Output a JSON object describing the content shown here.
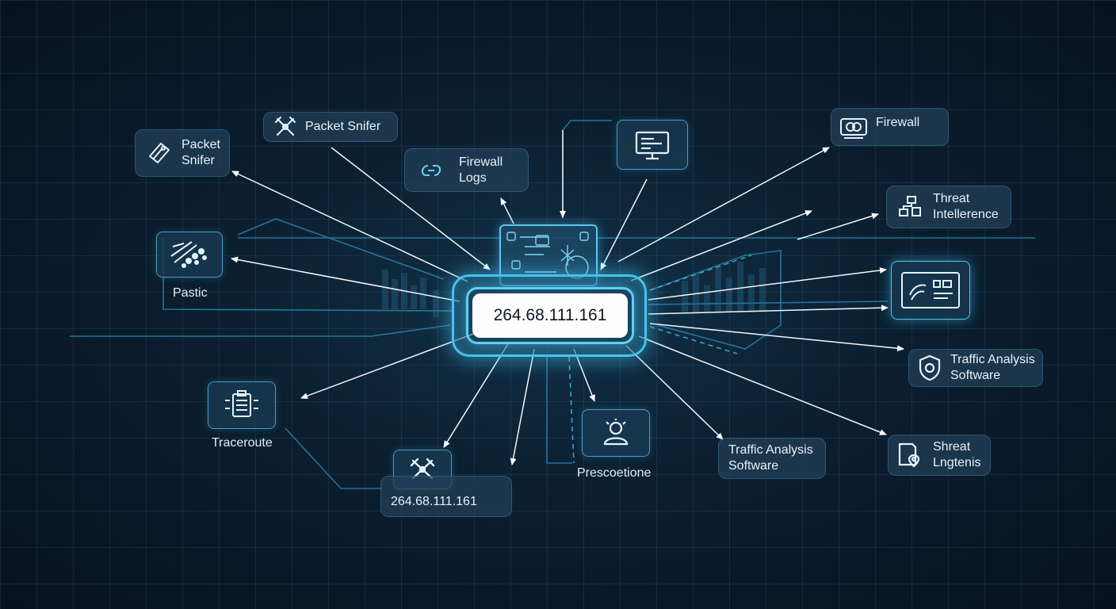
{
  "center_ip": "264.68.111.161",
  "nodes": {
    "packet_sniffer_left": {
      "label_line1": "Packet",
      "label_line2": "Snifer",
      "icon": "tag-icon"
    },
    "packet_sniffer_top": {
      "label": "Packet Snifer",
      "icon": "crossed-tools-icon"
    },
    "firewall_logs": {
      "label_line1": "Firewall",
      "label_line2": "Logs",
      "icon": "link-icon"
    },
    "monitor": {
      "icon": "monitor-icon"
    },
    "firewall": {
      "label": "Firewall",
      "icon": "firewall-device-icon"
    },
    "threat_intelligence": {
      "label_line1": "Threat",
      "label_line2": "Intellerence",
      "icon": "network-blocks-icon"
    },
    "dashboard": {
      "icon": "dashboard-icon"
    },
    "traffic_analysis_right": {
      "label_line1": "Traffic Analysis",
      "label_line2": "Software",
      "icon": "shield-icon"
    },
    "shreat_lngtenis": {
      "label_line1": "Shreat",
      "label_line2": "Lngtenis",
      "icon": "document-pin-icon"
    },
    "pastic": {
      "label": "Pastic",
      "icon": "chart-dots-icon"
    },
    "traceroute": {
      "label": "Traceroute",
      "icon": "server-rack-icon"
    },
    "bottom_ip": {
      "label": "264.68.111.161",
      "icon": "crossed-tools-icon"
    },
    "prescoetione": {
      "label": "Prescoetione",
      "icon": "user-icon"
    },
    "traffic_analysis_bottom": {
      "label_line1": "Traffic Analysis",
      "label_line2": "Software"
    }
  },
  "colors": {
    "background": "#0b1e2f",
    "accent": "#48c3ec",
    "arrow": "#ffffff",
    "node_fill": "#224058"
  }
}
